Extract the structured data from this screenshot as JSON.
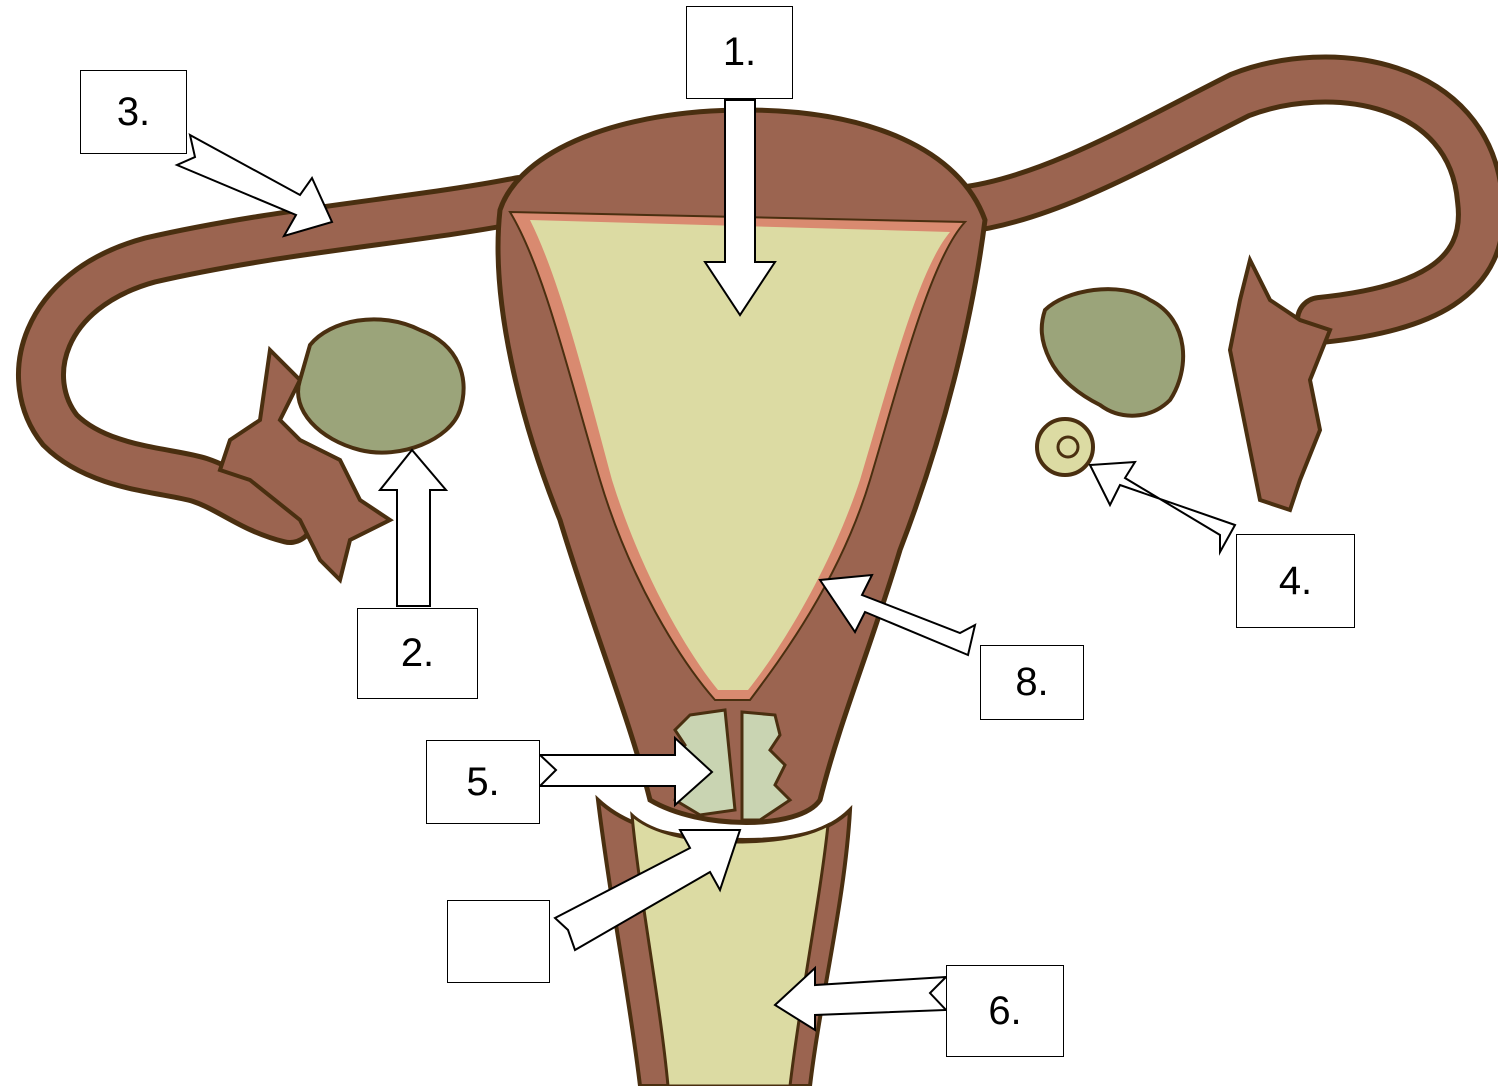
{
  "diagram": {
    "colors": {
      "muscle": "#9b6450",
      "outline": "#4a2f10",
      "cavity": "#dcdba3",
      "lining": "#d98a70",
      "ovary": "#9ba47a",
      "cervix": "#c9d4b2"
    },
    "labels": [
      {
        "id": "label-1",
        "text": "1."
      },
      {
        "id": "label-2",
        "text": "2."
      },
      {
        "id": "label-3",
        "text": "3."
      },
      {
        "id": "label-4",
        "text": "4."
      },
      {
        "id": "label-5",
        "text": "5."
      },
      {
        "id": "label-6",
        "text": "6."
      },
      {
        "id": "label-8",
        "text": "8."
      },
      {
        "id": "label-blank",
        "text": ""
      }
    ]
  }
}
